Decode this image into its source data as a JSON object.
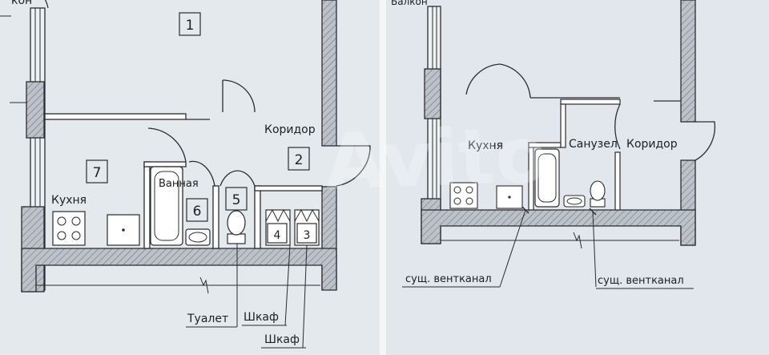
{
  "left_plan": {
    "rooms": {
      "r1": "1",
      "r2": "2",
      "r3": "3",
      "r4": "4",
      "r5": "5",
      "r6": "6",
      "r7": "7"
    },
    "labels": {
      "balcony_partial": "кон",
      "corridor": "Коридор",
      "kitchen": "Кухня",
      "bathroom": "Ванная",
      "toilet": "Туалет",
      "closet_a": "Шкаф",
      "closet_b": "Шкаф"
    }
  },
  "right_plan": {
    "labels": {
      "balcony_partial": "Балкон",
      "kitchen": "Кухня",
      "bathroom": "Санузел",
      "corridor": "Коридор",
      "vent_left": "сущ. вентканал",
      "vent_right": "сущ. вентканал"
    }
  },
  "watermark": {
    "text": "Avito"
  },
  "colors": {
    "ink": "#1d1f22",
    "wall_fill": "#b9bfc6",
    "room_fill": "#ffffff"
  }
}
